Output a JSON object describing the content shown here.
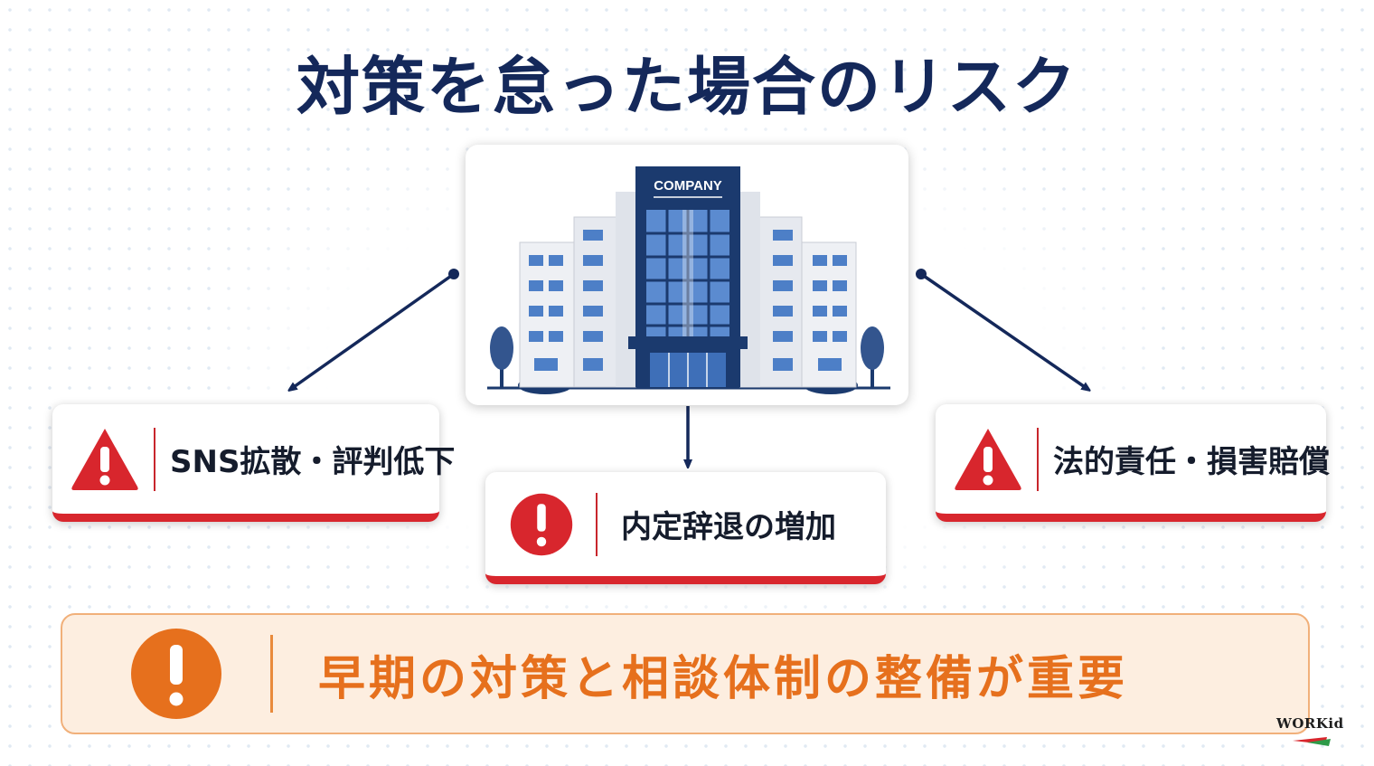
{
  "title": "対策を怠った場合のリスク",
  "company": {
    "sign_text": "COMPANY",
    "colors": {
      "navy": "#1b3a6e",
      "glass": "#5b8bd0",
      "light_wall": "#e6e9ef"
    }
  },
  "risks": [
    {
      "label": "SNS拡散・評判低下",
      "icon": "warning-triangle-icon",
      "color": "#d8262d"
    },
    {
      "label": "内定辞退の増加",
      "icon": "exclamation-circle-icon",
      "color": "#d8262d"
    },
    {
      "label": "法的責任・損害賠償",
      "icon": "warning-triangle-icon",
      "color": "#d8262d"
    }
  ],
  "conclusion": {
    "label": "早期の対策と相談体制の整備が重要",
    "icon": "exclamation-circle-icon",
    "color": "#e6701d",
    "background": "#fdeee0"
  },
  "logo": {
    "text": "WORKid"
  },
  "colors": {
    "title": "#14285a",
    "connector": "#14285a"
  }
}
